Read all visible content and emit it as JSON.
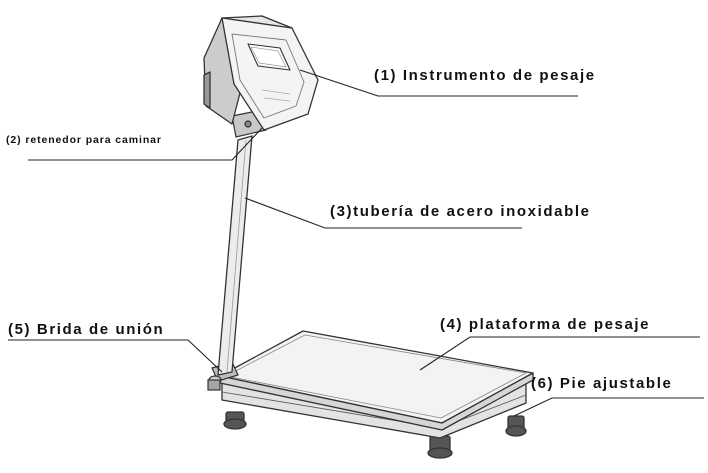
{
  "labels": {
    "instrument": "(1) Instrumento de pesaje",
    "walking_retainer": "(2) retenedor para caminar",
    "steel_tube": "(3)tubería de acero inoxidable",
    "weighing_platform": "(4) plataforma de pesaje",
    "union_flange": "(5) Brida de unión",
    "adjustable_foot": "(6) Pie ajustable"
  },
  "colors": {
    "ink": "#111111",
    "line": "#333333",
    "surface": "#f5f5f5"
  }
}
